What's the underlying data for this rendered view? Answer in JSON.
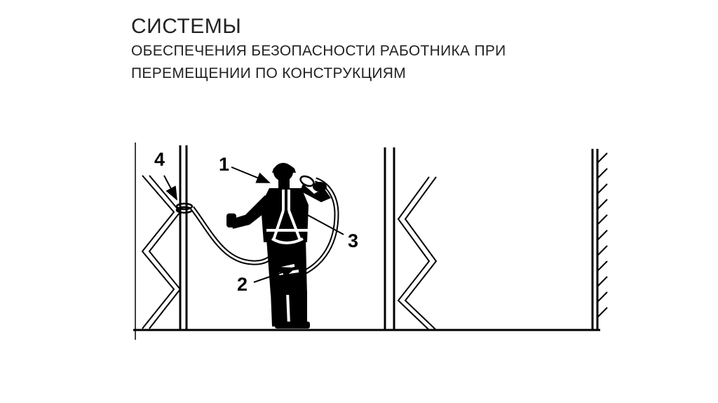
{
  "title": {
    "main": "СИСТЕМЫ",
    "line1": "ОБЕСПЕЧЕНИЯ БЕЗОПАСНОСТИ РАБОТНИКА ПРИ",
    "line2": "ПЕРЕМЕЩЕНИИ ПО КОНСТРУКЦИЯМ"
  },
  "diagram": {
    "callouts": [
      "1",
      "2",
      "3",
      "4"
    ],
    "colors": {
      "ink": "#000000",
      "background": "#ffffff",
      "title": "#222222"
    }
  }
}
